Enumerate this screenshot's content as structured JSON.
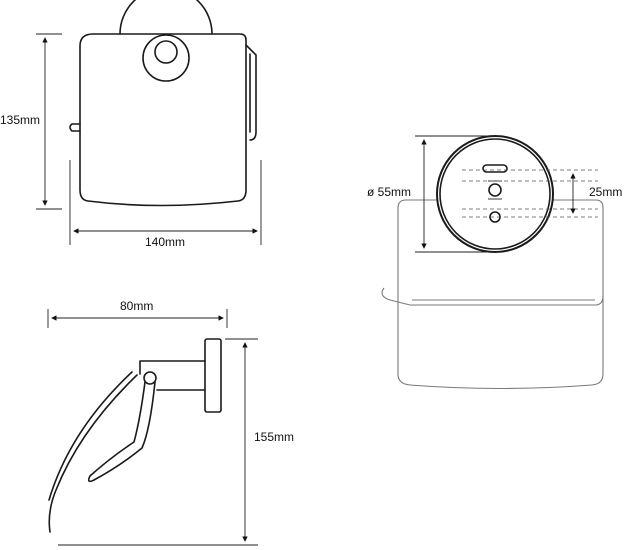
{
  "dimensions": {
    "height_front": "135mm",
    "width_front": "140mm",
    "depth_side": "80mm",
    "height_side": "155mm",
    "diameter_rose": "ø 55mm",
    "hole_spacing": "25mm"
  },
  "colors": {
    "line": "#1a1a1a",
    "background": "#ffffff"
  }
}
